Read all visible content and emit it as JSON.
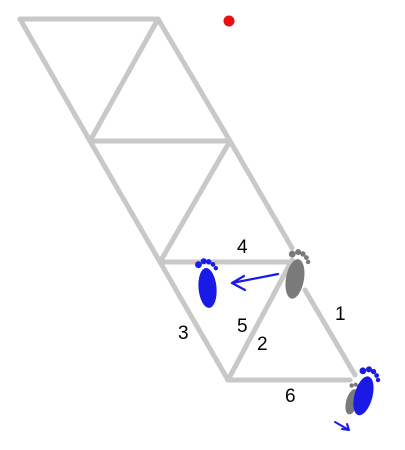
{
  "colors": {
    "edge": "#c8c8c8",
    "foot_current": "#1a1ae6",
    "foot_previous": "#7a7a7a",
    "arrow": "#1a1ae6",
    "marker_dot": "#e81010",
    "label": "#000000"
  },
  "edge_labels": {
    "e1": "1",
    "e2": "2",
    "e3": "3",
    "e4": "4",
    "e5": "5",
    "e6": "6"
  },
  "icons": {
    "foot": "footprint-icon",
    "arrow": "arrow-icon",
    "dot": "red-dot-marker"
  }
}
